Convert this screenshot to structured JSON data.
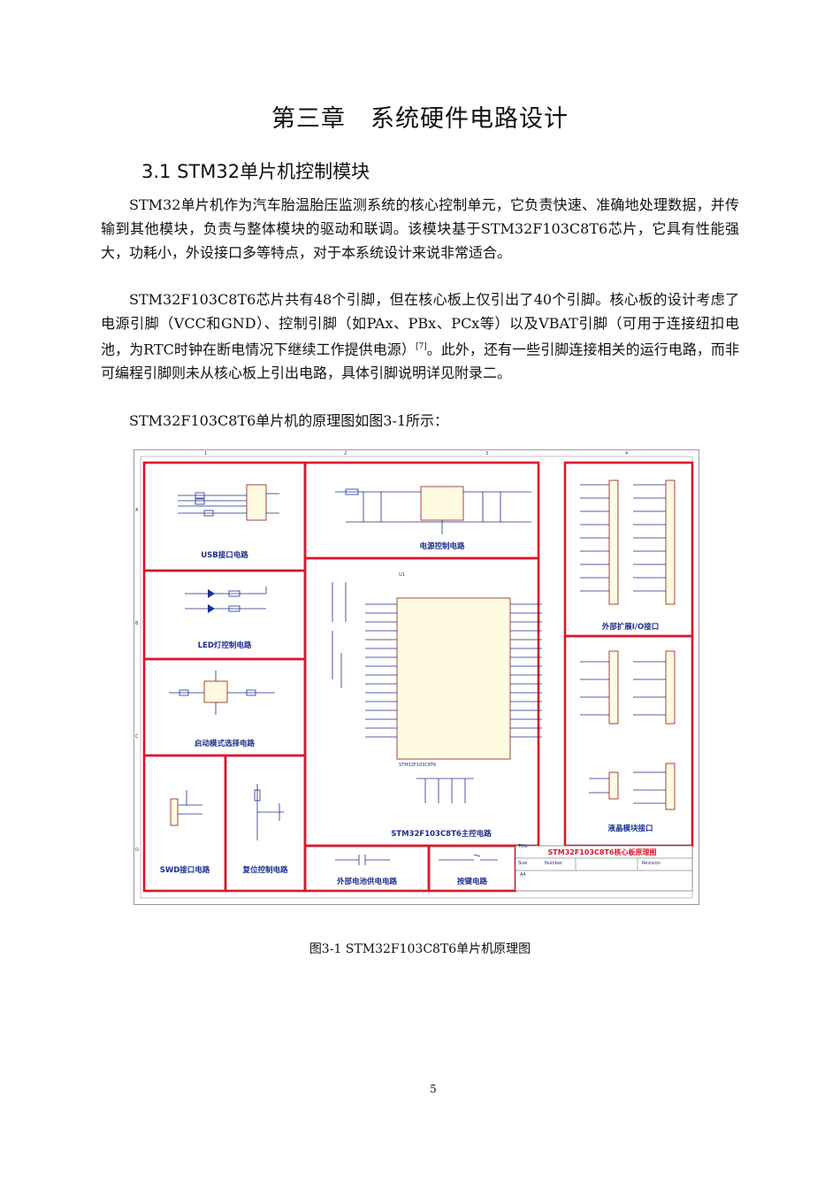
{
  "chapter_title": "第三章　系统硬件电路设计",
  "section_title": "3.1 STM32单片机控制模块",
  "paragraphs": {
    "p1": "STM32单片机作为汽车胎温胎压监测系统的核心控制单元，它负责快速、准确地处理数据，并传输到其他模块，负责与整体模块的驱动和联调。该模块基于STM32F103C8T6芯片，它具有性能强大，功耗小，外设接口多等特点，对于本系统设计来说非常适合。",
    "p2_before_ref": "STM32F103C8T6芯片共有48个引脚，但在核心板上仅引出了40个引脚。核心板的设计考虑了电源引脚（VCC和GND）、控制引脚（如PAx、PBx、PCx等）以及VBAT引脚（可用于连接纽扣电池，为RTC时钟在断电情况下继续工作提供电源）",
    "p2_ref": "[7]",
    "p2_after_ref": "。此外，还有一些引脚连接相关的运行电路，而非可编程引脚则未从核心板上引出电路，具体引脚说明详见附录二。",
    "p3": "STM32F103C8T6单片机的原理图如图3-1所示："
  },
  "figure": {
    "blocks": {
      "usb": "USB接口电路",
      "power": "电源控制电路",
      "led": "LED灯控制电路",
      "boot": "启动模式选择电路",
      "main": "STM32F103C8T6主控电路",
      "ext_io": "外部扩展I/O接口",
      "lcd": "液晶模块接口",
      "swd": "SWD接口电路",
      "reset": "复位控制电路",
      "battery": "外部电池供电电路",
      "key": "按键电路",
      "title_block": "STM32F103C8T6核心板原理图"
    },
    "grid_cols": [
      "1",
      "2",
      "3",
      "4"
    ],
    "grid_rows": [
      "A",
      "B",
      "C",
      "D"
    ],
    "chip_name": "STM32F103C8T6",
    "chip_ref": "U1",
    "title_fields": [
      "Title",
      "Size",
      "Number",
      "Revision",
      "A4"
    ]
  },
  "caption": "图3-1 STM32F103C8T6单片机原理图",
  "page_number": "5"
}
